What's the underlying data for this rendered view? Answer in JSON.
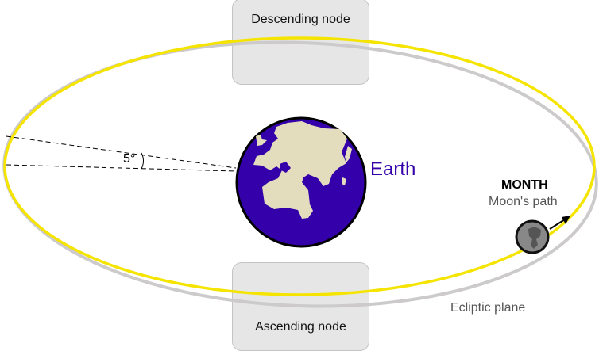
{
  "labels": {
    "descending_node": "Descending node",
    "ascending_node": "Ascending node",
    "earth": "Earth",
    "angle": "5°",
    "month": "MONTH",
    "moons_path": "Moon's path",
    "ecliptic_plane": "Ecliptic plane"
  },
  "colors": {
    "ecliptic": "#f5e400",
    "moon_orbit": "#cccacb",
    "earth_ocean": "#3300aa",
    "earth_land": "#e4ddbd",
    "earth_label": "#3300aa",
    "moon": "#808080"
  }
}
